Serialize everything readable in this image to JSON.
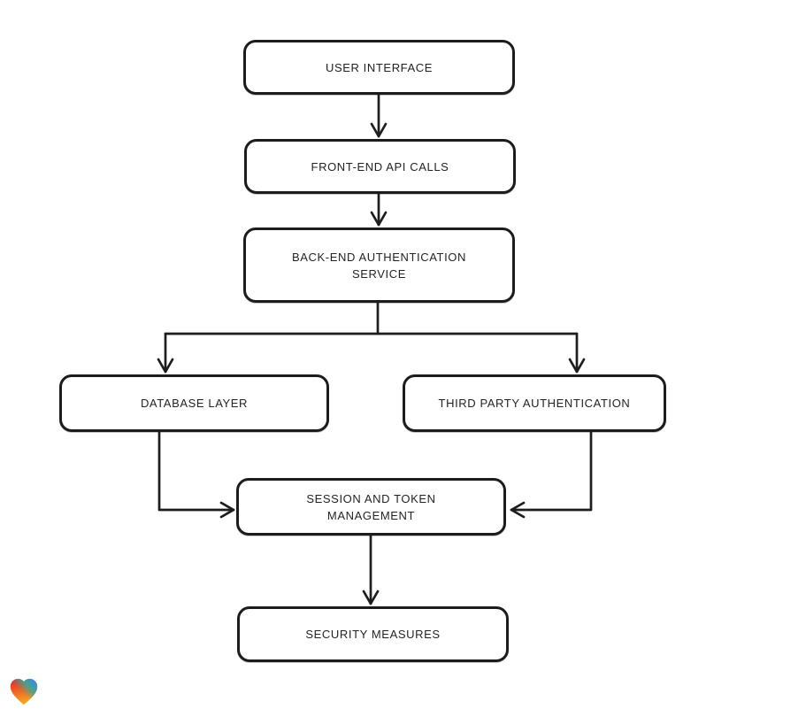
{
  "canvas": {
    "background": "#ffffff",
    "ink": "#1d1d1d"
  },
  "diagram": {
    "type": "flowchart",
    "nodes": [
      {
        "id": "user-interface",
        "label": "USER INTERFACE"
      },
      {
        "id": "front-end-api-calls",
        "label": "FRONT-END API CALLS"
      },
      {
        "id": "back-end-authentication-service",
        "label": "BACK-END AUTHENTICATION SERVICE"
      },
      {
        "id": "database-layer",
        "label": "DATABASE LAYER"
      },
      {
        "id": "third-party-authentication",
        "label": "THIRD PARTY AUTHENTICATION"
      },
      {
        "id": "session-and-token-management",
        "label": "SESSION AND TOKEN MANAGEMENT"
      },
      {
        "id": "security-measures",
        "label": "SECURITY MEASURES"
      }
    ],
    "edges": [
      {
        "from": "user-interface",
        "to": "front-end-api-calls"
      },
      {
        "from": "front-end-api-calls",
        "to": "back-end-authentication-service"
      },
      {
        "from": "back-end-authentication-service",
        "to": "database-layer"
      },
      {
        "from": "back-end-authentication-service",
        "to": "third-party-authentication"
      },
      {
        "from": "database-layer",
        "to": "session-and-token-management"
      },
      {
        "from": "third-party-authentication",
        "to": "session-and-token-management"
      },
      {
        "from": "session-and-token-management",
        "to": "security-measures"
      }
    ]
  },
  "logo": {
    "shape": "heart",
    "colors": {
      "red": "#e8202c",
      "orange": "#f5a81c",
      "teal": "#2bae9e",
      "blue": "#3b86f0"
    }
  }
}
